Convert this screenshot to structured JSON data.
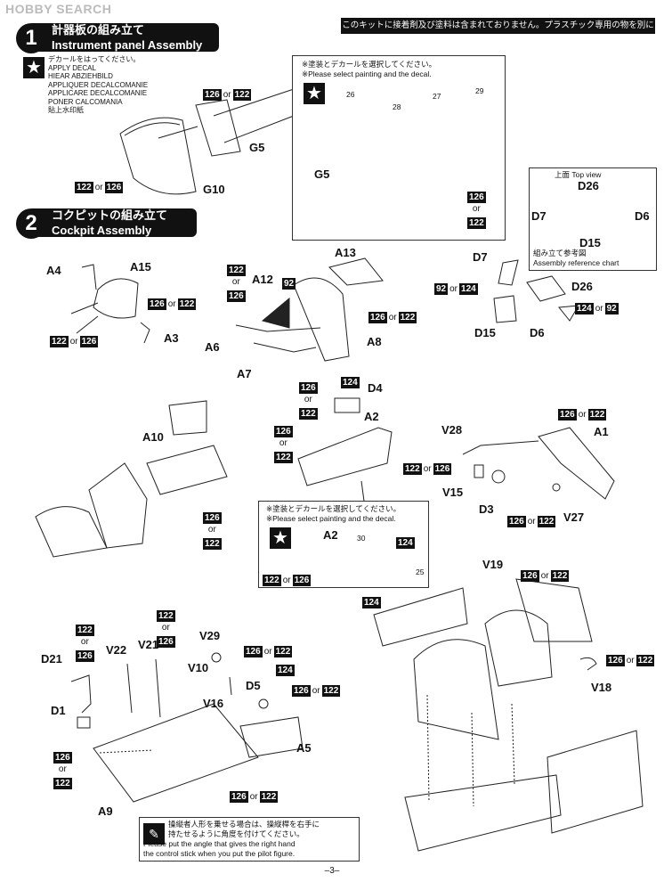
{
  "watermark": "HOBBY SEARCH",
  "top_note": "このキットに接着剤及び塗料は含まれておりません。プラスチック専用の物を別にお求め下さい。",
  "step1": {
    "num": "1",
    "title_jp": "計器板の組み立て",
    "title_en": "Instrument panel Assembly"
  },
  "decal_legend": [
    "デカールをはってください。",
    "APPLY DECAL",
    "HIEAR ABZIEHBILD",
    "APPLIQUER DECALCOMANIE",
    "APPLICARE DECALCOMANIE",
    "PONER CALCOMANIA",
    "貼上水印紙"
  ],
  "select_note_jp": "※塗装とデカールを選択してください。",
  "select_note_en": "※Please select painting and the decal.",
  "step2": {
    "num": "2",
    "title_jp": "コクピットの組み立て",
    "title_en": "Cockpit Assembly"
  },
  "topview": {
    "title": "上面 Top view",
    "ref_jp": "組み立て参考図",
    "ref_en": "Assembly reference chart"
  },
  "or": "or",
  "pilot_note": [
    "操縦者人形を乗せる場合は、操縦桿を右手に",
    "持たせるように角度を付けてください。",
    "Please put the angle that gives the right hand",
    "the control stick when you put the pilot figure."
  ],
  "page_number": "–3–",
  "labels": {
    "G5": "G5",
    "G10": "G10",
    "A4": "A4",
    "A15": "A15",
    "A3": "A3",
    "A13": "A13",
    "A12": "A12",
    "A6": "A6",
    "A7": "A7",
    "A8": "A8",
    "D7": "D7",
    "D26": "D26",
    "D15": "D15",
    "D6": "D6",
    "D4": "D4",
    "A2": "A2",
    "V28": "V28",
    "A1": "A1",
    "V15": "V15",
    "D3": "D3",
    "V27": "V27",
    "A10": "A10",
    "V19": "V19",
    "V18": "V18",
    "D21": "D21",
    "V22": "V22",
    "V21": "V21",
    "V29": "V29",
    "V10": "V10",
    "V16": "V16",
    "D5": "D5",
    "D1": "D1",
    "A5": "A5",
    "A9": "A9"
  },
  "decal_nums": {
    "n26": "26",
    "n28": "28",
    "n27": "27",
    "n29": "29",
    "n30": "30",
    "n25": "25"
  },
  "colors": {
    "c126": "126",
    "c122": "122",
    "c92": "92",
    "c124": "124"
  }
}
